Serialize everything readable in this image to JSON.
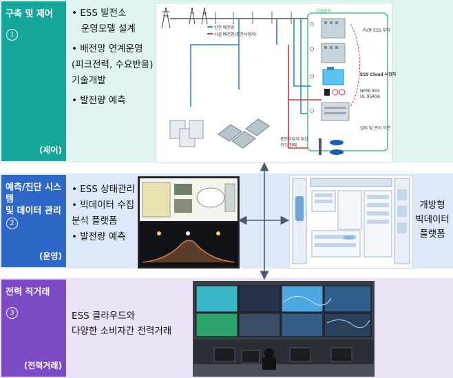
{
  "sections": [
    {
      "title": "구축 및 제어",
      "number": "1",
      "footer": "(제어)",
      "bullets": [
        "ESS 발전소\n운영모델 설계",
        "배전망 연계운영\n(피크전력, 수요반응)\n기술개발",
        "발전량 예측"
      ]
    },
    {
      "title": "예측/진단 시스템\n및 데이터 관리",
      "number": "2",
      "footer": "(운영)",
      "bullets": [
        "ESS 상태관리",
        "빅데이터 수집\n분석 플랫폼",
        "발전량 예측"
      ]
    },
    {
      "title": "전력 직거래",
      "number": "3",
      "footer": "(전력거래)",
      "bullets": [
        "ESS 클라우드와\n다양한 소비자간 전력거래"
      ]
    }
  ],
  "diagram": {
    "legend_items": [
      "한전 배전망",
      "사설 배전망(충전사업자)"
    ],
    "region_label": "산업단지",
    "labels": [
      "PV용 ESS 부하",
      "ESS Cloud 사업자",
      "NFPA 855",
      "UL 9540A",
      "충전사업자 대상 전기 판매",
      "설비 및 관리 이관"
    ]
  },
  "platform_label": "개방형\n빅데이터\n플랫폼",
  "colors": {
    "tab1": "#16a79c",
    "tab2": "#2d68c9",
    "tab3": "#7b4ac4",
    "band1": "#dff4f1",
    "band2": "#dde8f8",
    "band3": "#ece3f6",
    "grid_line": "#2e86c1",
    "private_line": "#d9343b",
    "arrow": "#4a5a6a"
  }
}
